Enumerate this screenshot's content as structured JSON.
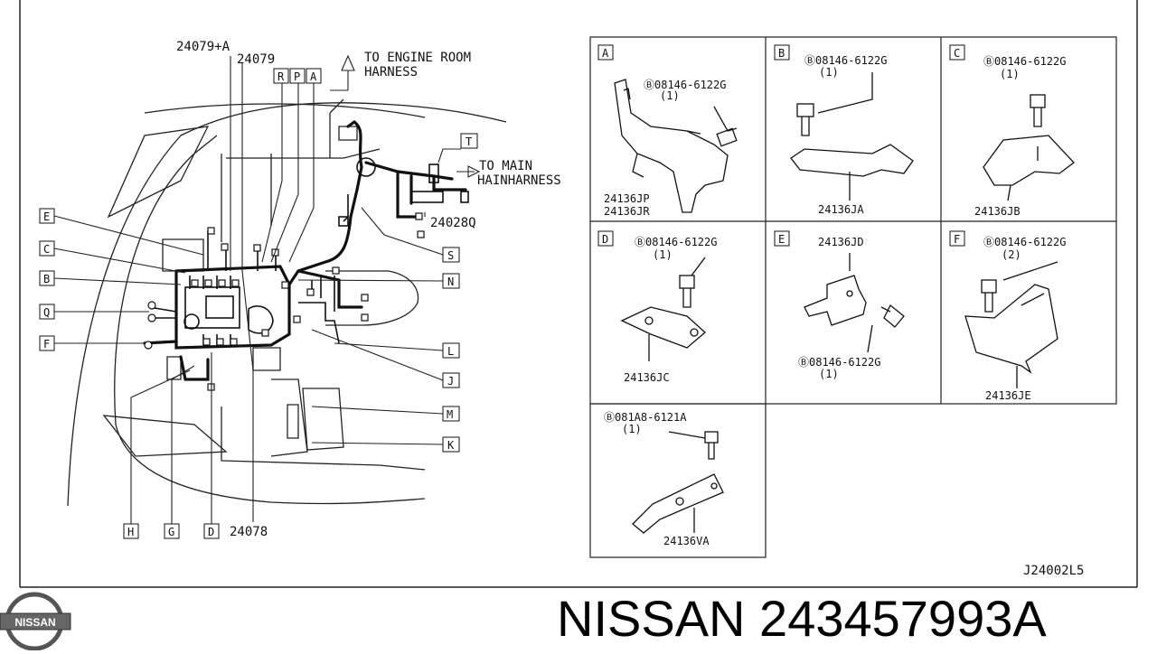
{
  "main": {
    "labels": {
      "p24079a": "24079+A",
      "p24079": "24079",
      "r": "R",
      "p": "P",
      "a": "A",
      "to_engine_1": "TO ENGINE ROOM",
      "to_engine_2": "HARNESS",
      "t": "T",
      "to_main_1": "TO MAIN",
      "to_main_2": "HAINHARNESS",
      "p24028q": "24028Q",
      "e": "E",
      "c": "C",
      "b": "B",
      "q": "Q",
      "f": "F",
      "s": "S",
      "n": "N",
      "l": "L",
      "j": "J",
      "m": "M",
      "k": "K",
      "h": "H",
      "g": "G",
      "d": "D",
      "p24078": "24078"
    }
  },
  "details": {
    "A": {
      "letter": "A",
      "bolt": "Ⓑ08146-6122G",
      "qty": "(1)",
      "part1": "24136JP",
      "part2": "24136JR"
    },
    "B": {
      "letter": "B",
      "bolt": "Ⓑ08146-6122G",
      "qty": "(1)",
      "part": "24136JA"
    },
    "C": {
      "letter": "C",
      "bolt": "Ⓑ08146-6122G",
      "qty": "(1)",
      "part": "24136JB"
    },
    "D": {
      "letter": "D",
      "bolt": "Ⓑ08146-6122G",
      "qty": "(1)",
      "part": "24136JC"
    },
    "E": {
      "letter": "E",
      "part": "24136JD",
      "bolt": "Ⓑ08146-6122G",
      "qty": "(1)"
    },
    "F": {
      "letter": "F",
      "bolt": "Ⓑ08146-6122G",
      "qty": "(2)",
      "part": "24136JE"
    },
    "G": {
      "bolt": "Ⓑ081A8-6121A",
      "qty": "(1)",
      "part": "24136VA"
    }
  },
  "diagram_code": "J24002L5",
  "footer": {
    "logo": "NISSAN",
    "title": "NISSAN 243457993A"
  }
}
